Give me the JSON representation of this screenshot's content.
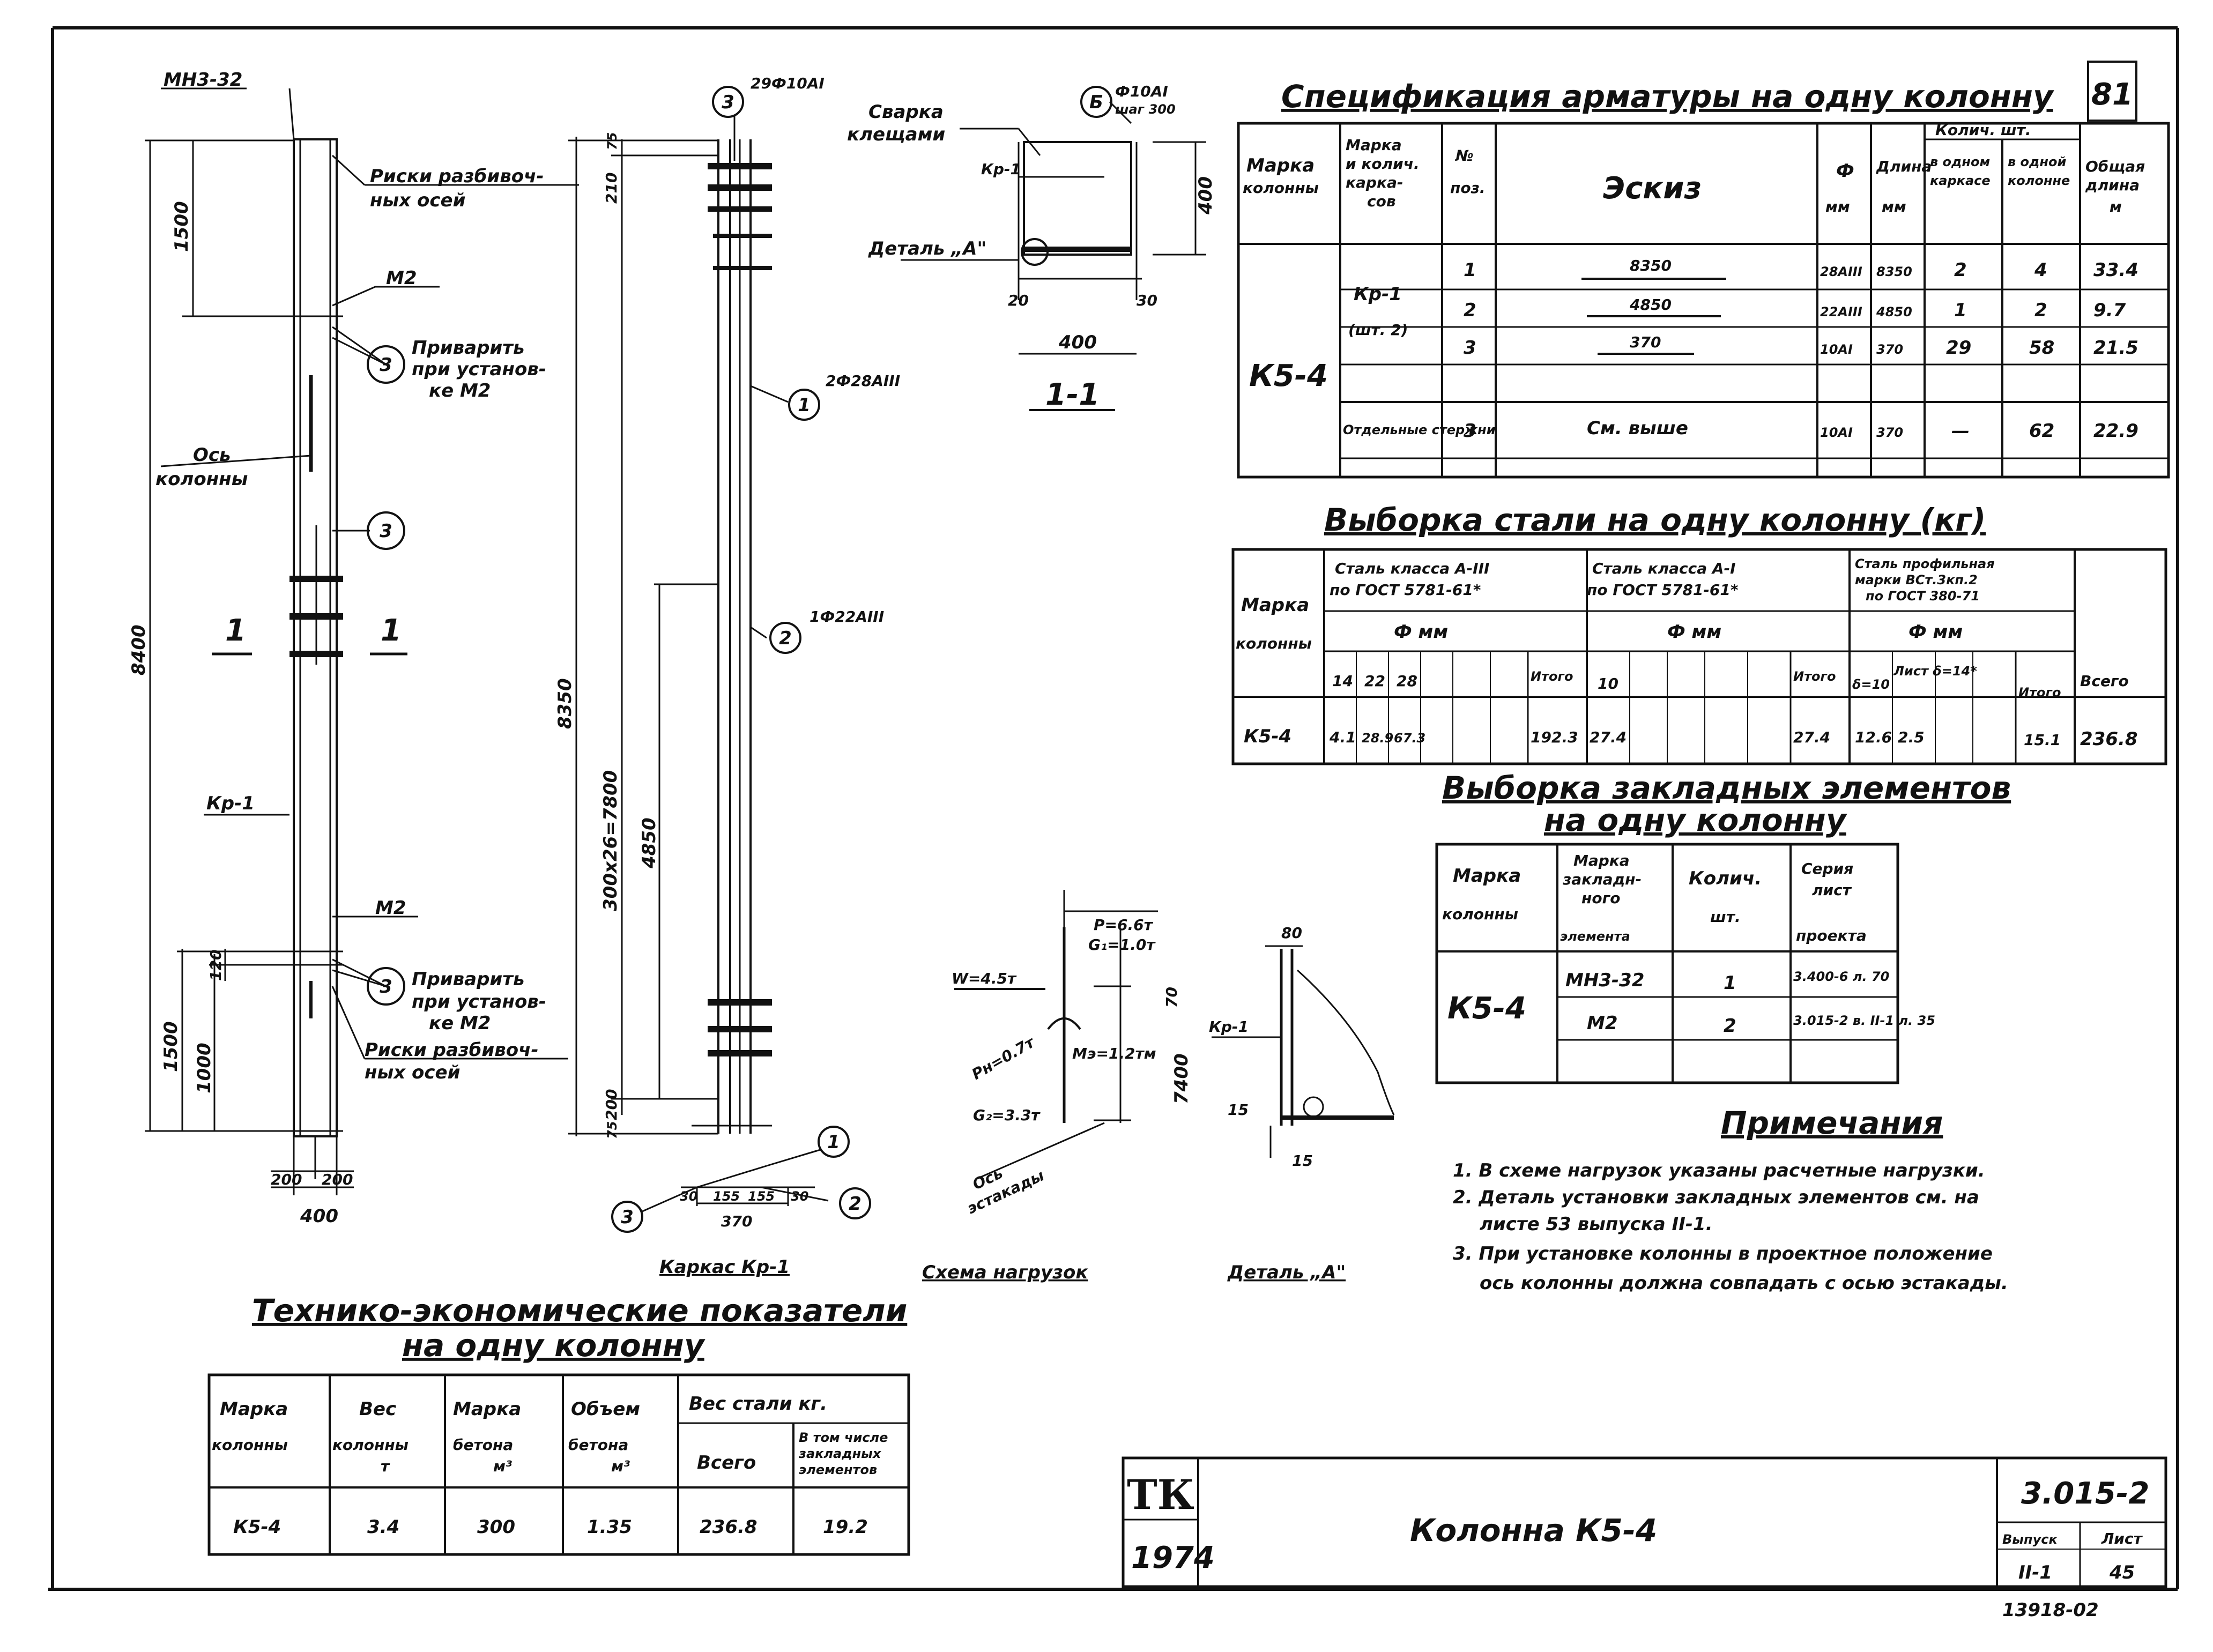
{
  "sheet_number": "81",
  "stamp_code": "13918-02",
  "title_block": {
    "logo": "ТК",
    "year": "1974",
    "title": "Колонна К5-4",
    "series": "3.015-2",
    "issue_label": "Выпуск",
    "issue": "II-1",
    "sheet_label": "Лист",
    "sheet": "45"
  },
  "column_drawing": {
    "top_label": "МН3-32",
    "risk_label_1": "Риски разбивоч-",
    "risk_label_1b": "ных осей",
    "m2_top": "М2",
    "weld_1": "Приварить",
    "weld_1b": "при установ-",
    "weld_1c": "ке М2",
    "axis_label": "Ось",
    "axis_label_b": "колонны",
    "section_mark": "1",
    "kp_label": "Кр-1",
    "m2_bottom": "М2",
    "weld_2": "Приварить",
    "weld_2b": "при установ-",
    "weld_2c": "ке М2",
    "risk_label_2": "Риски разбивоч-",
    "risk_label_2b": "ных осей",
    "dim_1500_top": "1500",
    "dim_8400": "8400",
    "dim_1500_bot": "1500",
    "dim_1000": "1000",
    "dim_120": "120",
    "dim_200_l": "200",
    "dim_200_r": "200",
    "dim_400": "400",
    "circle_3": "3"
  },
  "cage_drawing": {
    "label_3_top": "29Ф10АI",
    "label_1": "2Ф28АIII",
    "label_2": "1Ф22АIII",
    "dim_8350": "8350",
    "dim_7800": "300х26=7800",
    "dim_4850": "4850",
    "dim_210": "210",
    "dim_75": "75",
    "dim_200": "200",
    "dim_75b": "75",
    "dim_370": "370",
    "dim_30a": "30",
    "dim_30b": "30",
    "dim_155a": "155",
    "dim_155b": "155",
    "caption": "Каркас Кр-1",
    "c1": "1",
    "c2": "2",
    "c3": "3"
  },
  "section_drawing": {
    "weld_label": "Сварка",
    "weld_label_b": "клещами",
    "kp": "Кр-1",
    "detail": "Деталь „А\"",
    "bar_label": "Ф10АI",
    "bar_step": "шаг 300",
    "dim_400_v": "400",
    "dim_400_h": "400",
    "dim_20": "20",
    "dim_30": "30",
    "caption": "1-1",
    "circle_b": "Б"
  },
  "load_scheme": {
    "p": "Р=6.6т",
    "g1": "G₁=1.0т",
    "w": "W=4.5т",
    "ph": "Рн=0.7т",
    "m": "Мэ=1.2тм",
    "g2": "G₂=3.3т",
    "axis": "Ось",
    "axis_b": "эстакады",
    "dim_70": "70",
    "dim_7400": "7400",
    "caption": "Схема нагрузок"
  },
  "detail_a": {
    "kp": "Кр-1",
    "dim_80": "80",
    "dim_15": "15",
    "dim_15b": "15",
    "caption": "Деталь „А\""
  },
  "spec_table": {
    "title": "Спецификация арматуры на одну колонну",
    "headers": [
      "Марка колонны",
      "Марка и колич. карка-сов",
      "№ поз.",
      "Эскиз",
      "Ф мм",
      "Длина мм",
      "Колич. шт. в одном каркасе",
      "в одной колонне",
      "Общая длина м"
    ],
    "h_kol": "Колич. шт.",
    "column_mark": "К5-4",
    "cage_mark": "Кр-1",
    "cage_qty": "(шт. 2)",
    "loose_bars": "Отдельные стержни",
    "rows": [
      {
        "pos": "1",
        "sketch": "8350",
        "d": "28АIII",
        "len": "8350",
        "q1": "2",
        "q2": "4",
        "total": "33.4"
      },
      {
        "pos": "2",
        "sketch": "4850",
        "d": "22АIII",
        "len": "4850",
        "q1": "1",
        "q2": "2",
        "total": "9.7"
      },
      {
        "pos": "3",
        "sketch": "370",
        "d": "10АI",
        "len": "370",
        "q1": "29",
        "q2": "58",
        "total": "21.5"
      },
      {
        "pos": "3",
        "sketch": "См. выше",
        "d": "10АI",
        "len": "370",
        "q1": "—",
        "q2": "62",
        "total": "22.9"
      }
    ]
  },
  "steel_table": {
    "title": "Выборка стали на одну колонну (кг)",
    "h_mark": "Марка колонны",
    "h_g1": "Сталь класса А-III по ГОСТ 5781-61*",
    "h_g2": "Сталь класса А-I по ГОСТ 5781-61*",
    "h_g3": "Сталь профильная марки ВСт.3кп.2 по ГОСТ 380-71",
    "h_dia": "Ф мм",
    "h_total": "Итого",
    "h_all": "Всего",
    "sub1": [
      "14",
      "22",
      "28"
    ],
    "sub2": [
      "10"
    ],
    "sub3": [
      "δ=10",
      "Лист δ=14*"
    ],
    "row": {
      "mark": "К5-4",
      "v14": "4.1",
      "v22": "28.9",
      "v28": "67.3",
      "tot1": "192.3",
      "v10": "27.4",
      "tot2": "27.4",
      "vd10": "12.6",
      "vl": "2.5",
      "tot3": "15.1",
      "all": "236.8"
    }
  },
  "embed_table": {
    "title_1": "Выборка закладных элементов",
    "title_2": "на одну колонну",
    "headers": [
      "Марка колонны",
      "Марка закладного элемента",
      "Колич. шт.",
      "Серия лист проекта"
    ],
    "mark": "К5-4",
    "rows": [
      {
        "el": "МН3-32",
        "q": "1",
        "ref": "3.400-6 л. 70"
      },
      {
        "el": "М2",
        "q": "2",
        "ref": "3.015-2 в. II-1 л. 35"
      }
    ]
  },
  "notes": {
    "title": "Примечания",
    "items": [
      "1. В схеме нагрузок указаны расчетные нагрузки.",
      "2. Деталь установки закладных элементов см. на",
      "листе 53 выпуска II-1.",
      "3. При установке колонны в проектное положение",
      "ось колонны должна совпадать с осью эстакады."
    ]
  },
  "tech_table": {
    "title_1": "Технико-экономические показатели",
    "title_2": "на одну колонну",
    "headers": [
      "Марка колонны",
      "Вес колонны т",
      "Марка бетона м³",
      "Объем бетона м³"
    ],
    "h_steel": "Вес стали кг.",
    "h_all": "Всего",
    "h_embed": "В том числе закладных элементов",
    "row": {
      "mark": "К5-4",
      "weight": "3.4",
      "grade": "300",
      "volume": "1.35",
      "steel": "236.8",
      "embed": "19.2"
    }
  }
}
